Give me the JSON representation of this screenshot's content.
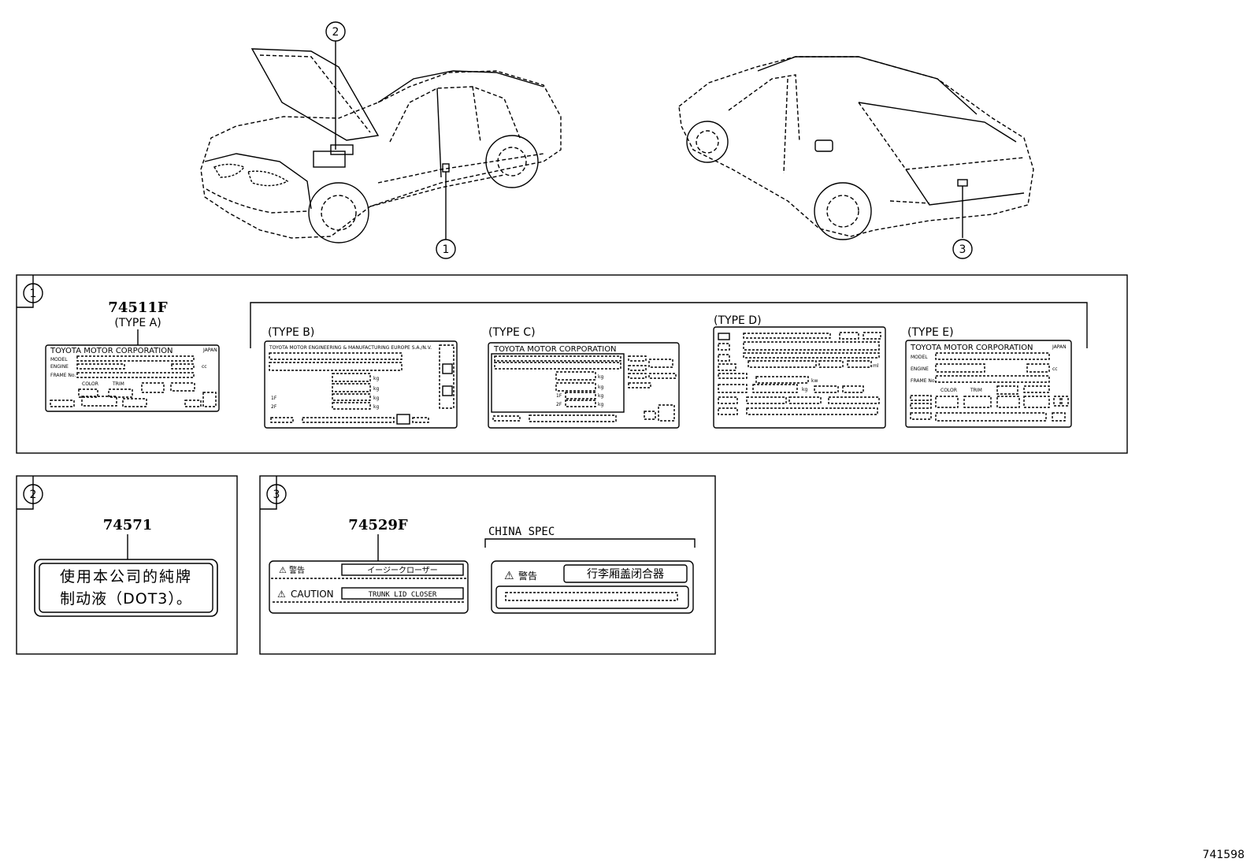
{
  "figure_id": "741598",
  "callouts": {
    "one": "1",
    "two": "2",
    "three": "3"
  },
  "section1": {
    "part_no": "74511F",
    "type_a": {
      "caption": "(TYPE A)",
      "header": "TOYOTA MOTOR CORPORATION",
      "origin": "JAPAN",
      "row_model": "MODEL",
      "row_engine": "ENGINE",
      "row_frame": "FRAME No.",
      "cc": "cc",
      "color": "COLOR",
      "trim": "TRIM"
    },
    "type_b": {
      "caption": "(TYPE B)",
      "header": "TOYOTA MOTOR ENGINEERING & MANUFACTURING EUROPE S.A./N.V.",
      "kg": "kg",
      "axle1": "1F",
      "axle2": "2F"
    },
    "type_c": {
      "caption": "(TYPE C)",
      "header": "TOYOTA MOTOR CORPORATION",
      "kg": "kg",
      "axle1": "1F",
      "axle2": "2F"
    },
    "type_d": {
      "caption": "(TYPE D)",
      "ml": "ml",
      "kw": "kw",
      "kg": "kg"
    },
    "type_e": {
      "caption": "(TYPE E)",
      "header": "TOYOTA MOTOR CORPORATION",
      "origin": "JAPAN",
      "row_model": "MODEL",
      "row_engine": "ENGINE",
      "row_frame": "FRAME No.",
      "cc": "cc",
      "color": "COLOR",
      "trim": "TRIM"
    }
  },
  "section2": {
    "part_no": "74571",
    "line1": "使用本公司的純牌",
    "line2": "制动液（DOT3）。"
  },
  "section3": {
    "part_no": "74529F",
    "china_spec": "CHINA SPEC",
    "warning_jp": "警告",
    "easy_closer": "イージークローザー",
    "caution": "CAUTION",
    "trunk_lid_closer": "TRUNK  LID  CLOSER",
    "warning_cn": "警告",
    "trunk_closer_cn": "行李厢盖闭合器"
  },
  "colors": {
    "line": "#000000",
    "background": "#ffffff"
  }
}
